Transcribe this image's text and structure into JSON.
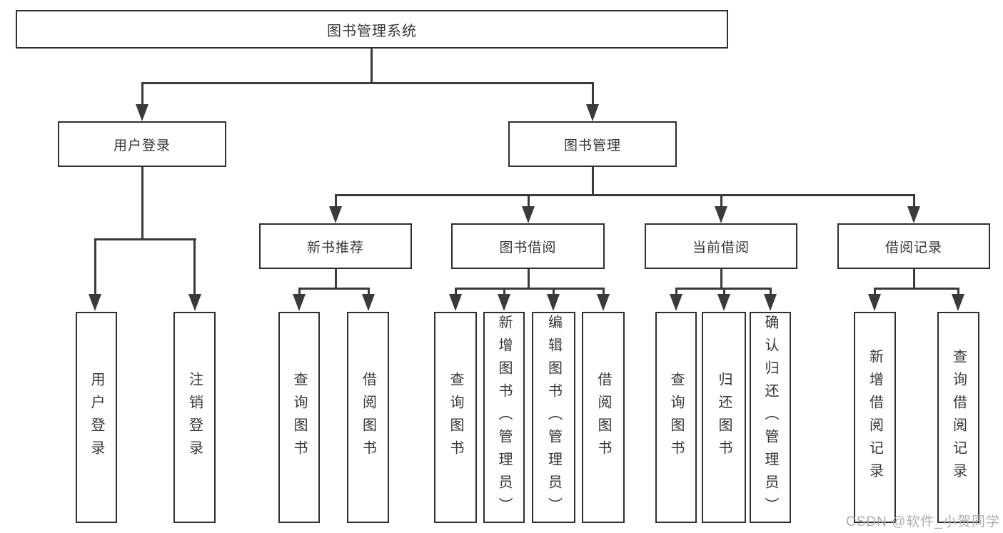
{
  "nodes": {
    "root": {
      "label": "图书管理系统"
    },
    "level2": [
      {
        "label": "用户登录",
        "parent": "图书管理系统"
      },
      {
        "label": "图书管理",
        "parent": "图书管理系统"
      }
    ],
    "level3": [
      {
        "label": "新书推荐",
        "parent": "图书管理"
      },
      {
        "label": "图书借阅",
        "parent": "图书管理"
      },
      {
        "label": "当前借阅",
        "parent": "图书管理"
      },
      {
        "label": "借阅记录",
        "parent": "图书管理"
      }
    ],
    "leaves": [
      {
        "label": "用户登录",
        "parent": "用户登录"
      },
      {
        "label": "注销登录",
        "parent": "用户登录"
      },
      {
        "label": "查询图书",
        "parent": "新书推荐"
      },
      {
        "label": "借阅图书",
        "parent": "新书推荐"
      },
      {
        "label": "查询图书",
        "parent": "图书借阅"
      },
      {
        "label": "新增图书（管理员）",
        "parent": "图书借阅"
      },
      {
        "label": "编辑图书（管理员）",
        "parent": "图书借阅"
      },
      {
        "label": "借阅图书",
        "parent": "图书借阅"
      },
      {
        "label": "查询图书",
        "parent": "当前借阅"
      },
      {
        "label": "归还图书",
        "parent": "当前借阅"
      },
      {
        "label": "确认归还（管理员）",
        "parent": "当前借阅"
      },
      {
        "label": "新增借阅记录",
        "parent": "借阅记录"
      },
      {
        "label": "查询借阅记录",
        "parent": "借阅记录"
      }
    ]
  },
  "watermark": {
    "text": "CSDN @软件_小贺同学"
  },
  "colors": {
    "line": "#3a3a3a",
    "box_border": "#2f2f2f",
    "text": "#363636",
    "watermark": "#aeaeae",
    "background": "#ffffff"
  }
}
